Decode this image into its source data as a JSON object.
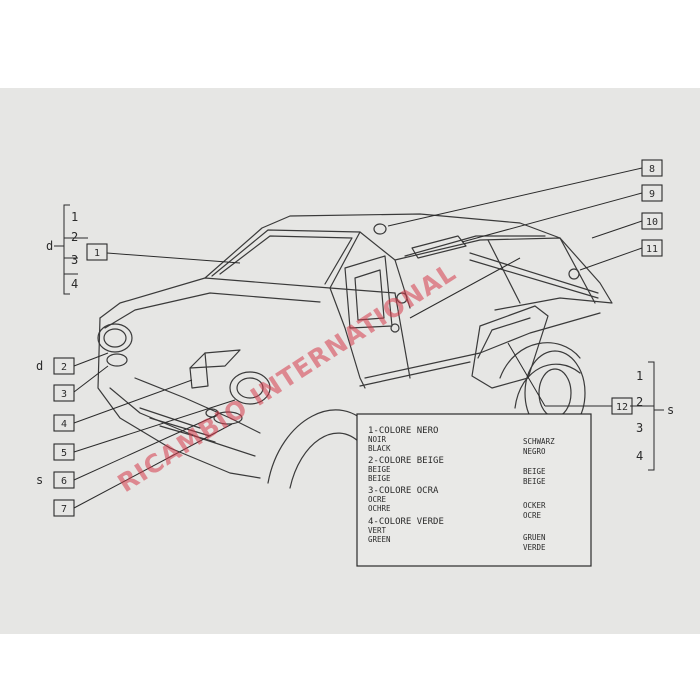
{
  "callouts": {
    "c1": "1",
    "c2": "2",
    "c3": "3",
    "c4": "4",
    "c5": "5",
    "c6": "6",
    "c7": "7",
    "c8": "8",
    "c9": "9",
    "c10": "10",
    "c11": "11",
    "c12": "12"
  },
  "side_markers": {
    "d_top": "d",
    "d_mid": "d",
    "s_left": "s",
    "s_right": "s"
  },
  "bracket_left": [
    "1",
    "2",
    "3",
    "4"
  ],
  "bracket_right": [
    "1",
    "2",
    "3",
    "4"
  ],
  "legend": {
    "rows": [
      {
        "left": "1-COLORE NERO",
        "right": ""
      },
      {
        "left": "NOIR",
        "right": "SCHWARZ"
      },
      {
        "left": "BLACK",
        "right": "NEGRO"
      },
      {
        "left": "2-COLORE BEIGE",
        "right": ""
      },
      {
        "left": "BEIGE",
        "right": "BEIGE"
      },
      {
        "left": "BEIGE",
        "right": "BEIGE"
      },
      {
        "left": "3-COLORE OCRA",
        "right": ""
      },
      {
        "left": "OCRE",
        "right": "OCKER"
      },
      {
        "left": "OCHRE",
        "right": "OCRE"
      },
      {
        "left": "4-COLORE VERDE",
        "right": ""
      },
      {
        "left": "VERT",
        "right": "GRUEN"
      },
      {
        "left": "GREEN",
        "right": "VERDE"
      }
    ]
  },
  "watermark": "RICAMBIO INTERNATIONAL",
  "colors": {
    "paper": "#e6e6e4",
    "ink": "#2b2b2b",
    "watermark": "#d63a4a"
  }
}
